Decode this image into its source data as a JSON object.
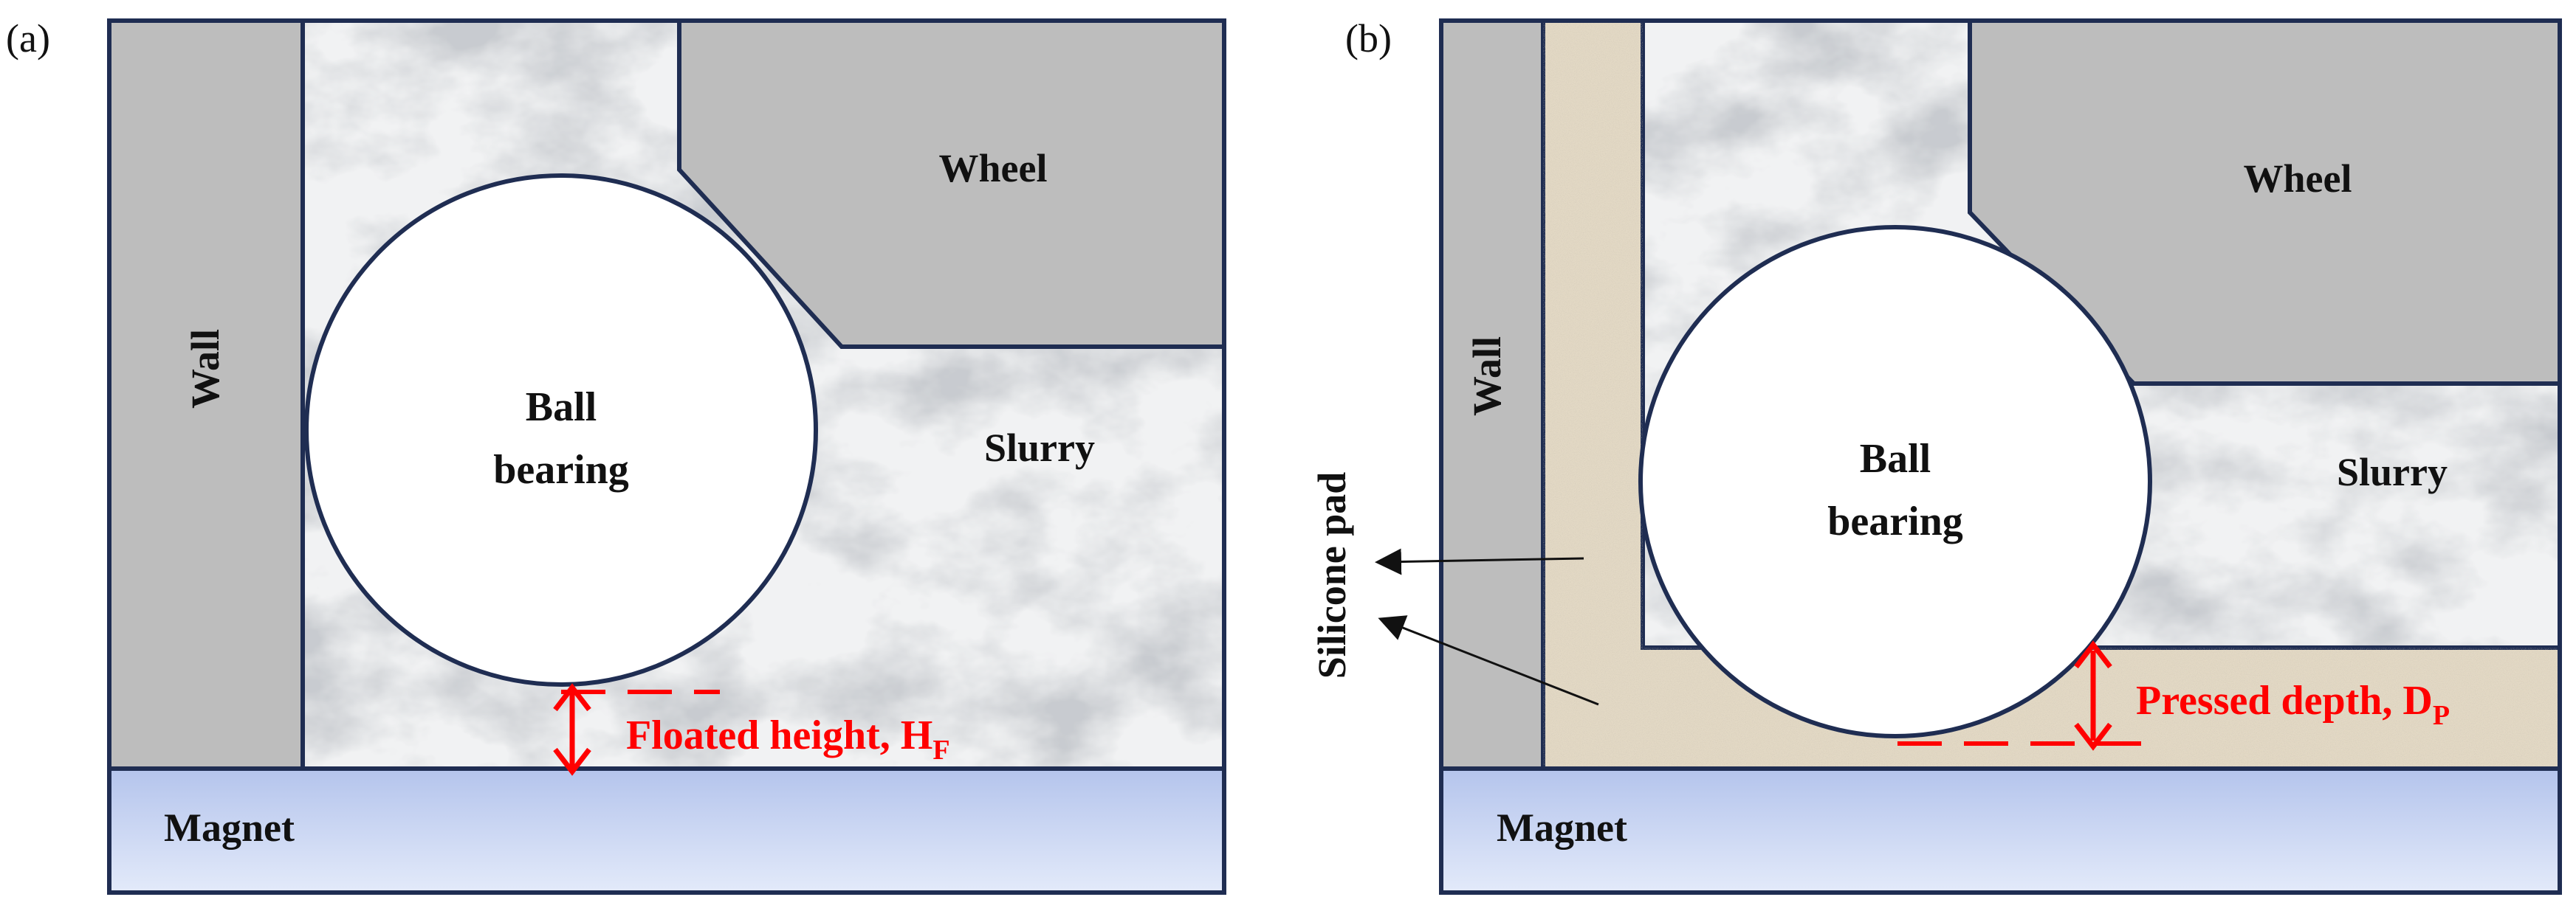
{
  "panels": [
    {
      "tag": "(a)",
      "wall": "Wall",
      "wheel": "Wheel",
      "slurry": "Slurry",
      "ball_line1": "Ball",
      "ball_line2": "bearing",
      "magnet": "Magnet",
      "measure_label": "Floated height, H",
      "measure_sub": "F"
    },
    {
      "tag": "(b)",
      "wall": "Wall",
      "wheel": "Wheel",
      "slurry": "Slurry",
      "ball_line1": "Ball",
      "ball_line2": "bearing",
      "magnet": "Magnet",
      "measure_label": "Pressed depth, D",
      "measure_sub": "P",
      "pad_label": "Silicone pad"
    }
  ],
  "colors": {
    "outline": "#1f2d52",
    "wall_fill": "#bdbdbd",
    "wheel_fill": "#bdbdbd",
    "pad_fill": "#e2d8c4",
    "magnet_top": "#b4c4ec",
    "magnet_bottom": "#dfe7f9",
    "measure": "#ff0000",
    "slurry_base": "#f1f2f3",
    "slurry_vein": "#9a9ea3"
  }
}
